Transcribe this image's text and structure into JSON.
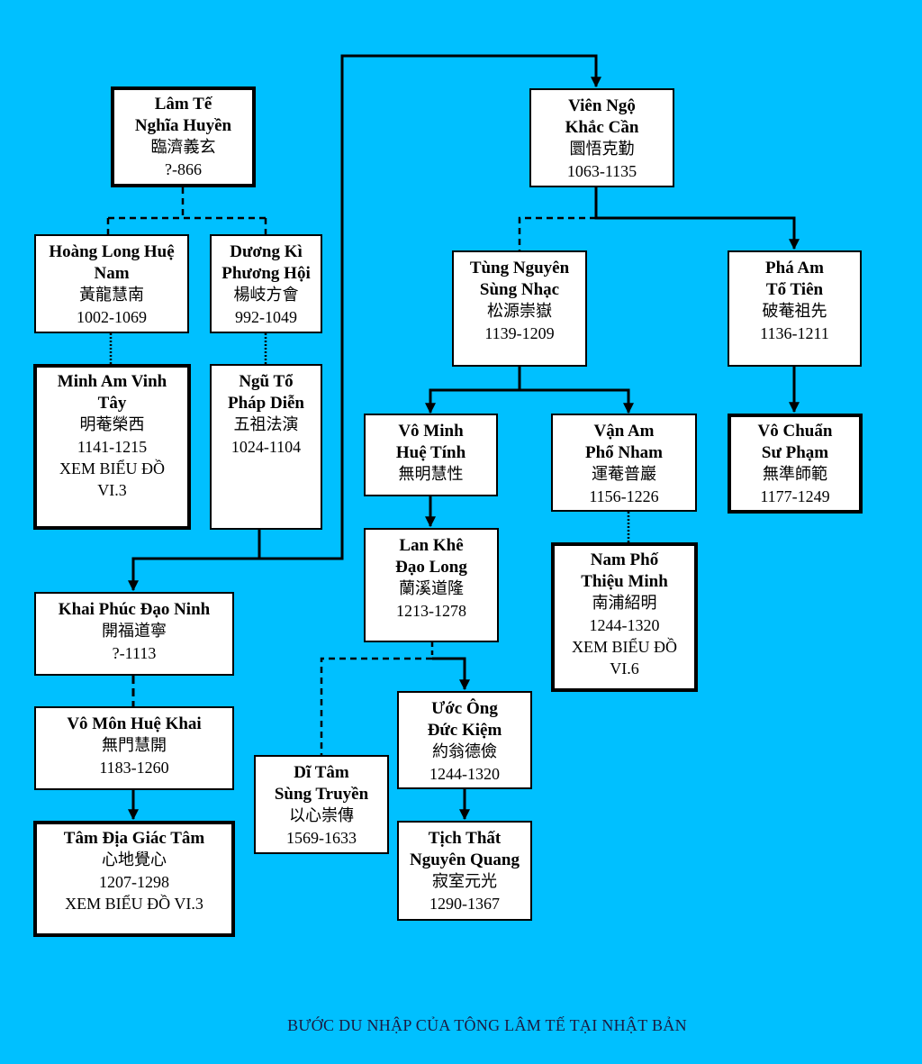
{
  "caption": "BƯỚC DU NHẬP CỦA TÔNG LÂM TẾ TẠI NHẬT BẢN",
  "nodes": [
    {
      "key": "lam_te",
      "name": [
        "Lâm Tế",
        "Nghĩa Huyền"
      ],
      "cjk": "臨濟義玄",
      "dates": "?-866",
      "note": []
    },
    {
      "key": "hoang_long",
      "name": [
        "Hoàng Long Huệ",
        "Nam"
      ],
      "cjk": "黃龍慧南",
      "dates": "1002-1069",
      "note": []
    },
    {
      "key": "duong_ki",
      "name": [
        "Dương Kì",
        "Phương Hội"
      ],
      "cjk": "楊岐方會",
      "dates": "992-1049",
      "note": []
    },
    {
      "key": "minh_am",
      "name": [
        "Minh Am Vinh",
        "Tây"
      ],
      "cjk": "明菴榮西",
      "dates": "1141-1215",
      "note": [
        "XEM BIỂU ĐỒ",
        "VI.3"
      ]
    },
    {
      "key": "ngu_to",
      "name": [
        "Ngũ Tổ",
        "Pháp Diễn"
      ],
      "cjk": "五祖法演",
      "dates": "1024-1104",
      "note": []
    },
    {
      "key": "khai_phuc",
      "name": [
        "Khai Phúc Đạo Ninh"
      ],
      "cjk": "開福道寧",
      "dates": "?-1113",
      "note": []
    },
    {
      "key": "vo_mon",
      "name": [
        "Vô Môn Huệ Khai"
      ],
      "cjk": "無門慧開",
      "dates": "1183-1260",
      "note": []
    },
    {
      "key": "tam_dia",
      "name": [
        "Tâm Địa Giác Tâm"
      ],
      "cjk": "心地覺心",
      "dates": "1207-1298",
      "note": [
        "XEM BIỂU ĐỒ VI.3"
      ]
    },
    {
      "key": "vien_ngo",
      "name": [
        "Viên Ngộ",
        "Khắc Cần"
      ],
      "cjk": "圜悟克勤",
      "dates": "1063-1135",
      "note": []
    },
    {
      "key": "tung_nguyen",
      "name": [
        "Tùng Nguyên",
        "Sùng Nhạc"
      ],
      "cjk": "松源崇嶽",
      "dates": "1139-1209",
      "note": []
    },
    {
      "key": "pha_am",
      "name": [
        "Phá Am",
        "Tổ Tiên"
      ],
      "cjk": "破菴祖先",
      "dates": "1136-1211",
      "note": []
    },
    {
      "key": "vo_minh",
      "name": [
        "Vô Minh",
        "Huệ Tính"
      ],
      "cjk": "無明慧性",
      "dates": "",
      "note": []
    },
    {
      "key": "van_am",
      "name": [
        "Vận Am",
        "Phổ Nham"
      ],
      "cjk": "運菴普巖",
      "dates": "1156-1226",
      "note": []
    },
    {
      "key": "vo_chuan",
      "name": [
        "Vô Chuẩn",
        "Sư Phạm"
      ],
      "cjk": "無準師範",
      "dates": "1177-1249",
      "note": []
    },
    {
      "key": "lan_khe",
      "name": [
        "Lan Khê",
        "Đạo Long"
      ],
      "cjk": "蘭溪道隆",
      "dates": "1213-1278",
      "note": []
    },
    {
      "key": "nam_pho",
      "name": [
        "Nam Phố",
        "Thiệu Minh"
      ],
      "cjk": "南浦紹明",
      "dates": "1244-1320",
      "note": [
        "XEM BIỂU ĐỒ",
        "VI.6"
      ]
    },
    {
      "key": "uoc_ong",
      "name": [
        "Ước Ông",
        "Đức Kiệm"
      ],
      "cjk": "約翁德儉",
      "dates": "1244-1320",
      "note": []
    },
    {
      "key": "di_tam",
      "name": [
        "Dĩ Tâm",
        "Sùng Truyền"
      ],
      "cjk": "以心崇傳",
      "dates": "1569-1633",
      "note": []
    },
    {
      "key": "tich_that",
      "name": [
        "Tịch Thất",
        "Nguyên Quang"
      ],
      "cjk": "寂室元光",
      "dates": "1290-1367",
      "note": []
    }
  ]
}
